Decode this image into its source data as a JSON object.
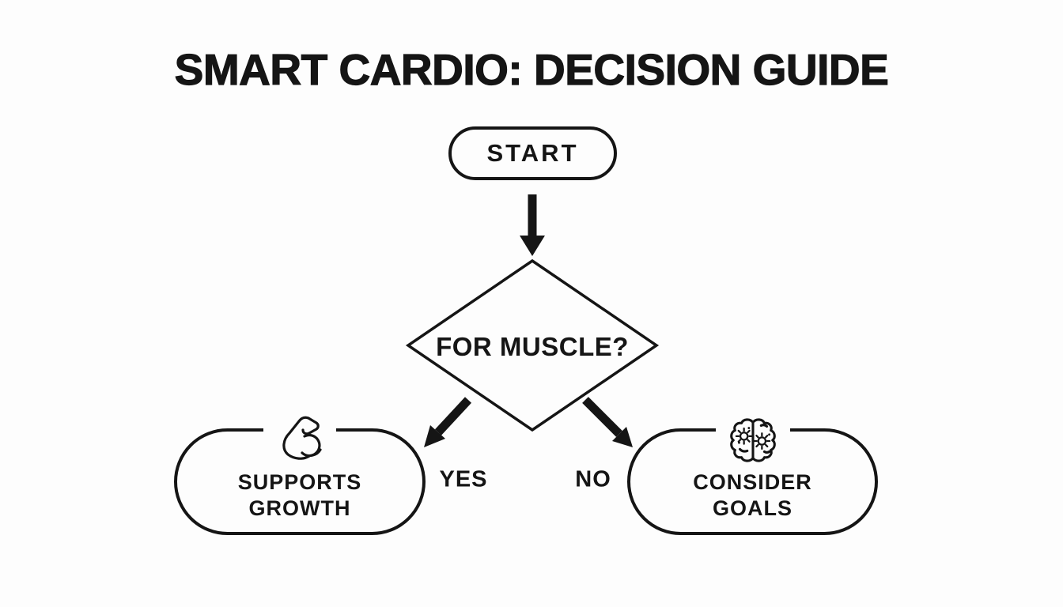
{
  "page": {
    "title": "SMART CARDIO: DECISION GUIDE",
    "background_color": "#fdfdfd",
    "ink_color": "#151515"
  },
  "flowchart": {
    "start_node": {
      "label": "START"
    },
    "decision_node": {
      "label": "FOR MUSCLE?"
    },
    "yes_branch": {
      "label": "YES"
    },
    "no_branch": {
      "label": "NO"
    },
    "yes_outcome": {
      "line1": "SUPPORTS",
      "line2": "GROWTH",
      "icon": "flexed-bicep-icon"
    },
    "no_outcome": {
      "line1": "CONSIDER",
      "line2": "GOALS",
      "icon": "brain-icon"
    }
  }
}
